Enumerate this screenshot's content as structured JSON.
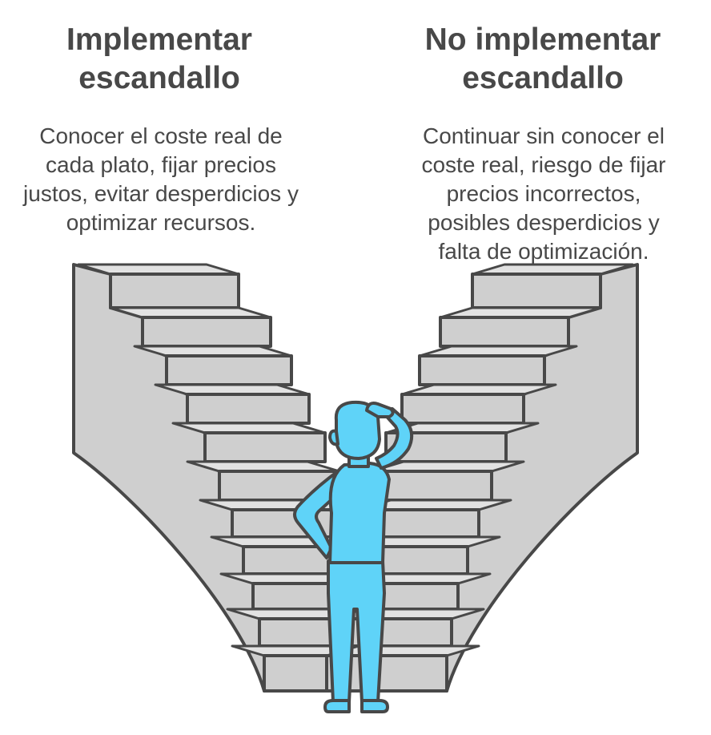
{
  "options": [
    {
      "title": "Implementar\nescandallo",
      "description": "Conocer el coste real de cada plato, fijar precios justos, evitar desperdicios y optimizar recursos."
    },
    {
      "title": "No implementar\nescandallo",
      "description": "Continuar sin conocer el coste real, riesgo de fijar precios incorrectos, posibles desperdicios y falta de optimización."
    }
  ],
  "colors": {
    "text": "#484848",
    "stair_fill": "#cfcfcf",
    "stair_stroke": "#484848",
    "person_fill": "#5fd3f8",
    "person_stroke": "#484848"
  },
  "icons": {
    "stairs": "left-staircase-icon, right-staircase-icon",
    "person": "confused-person-icon"
  }
}
